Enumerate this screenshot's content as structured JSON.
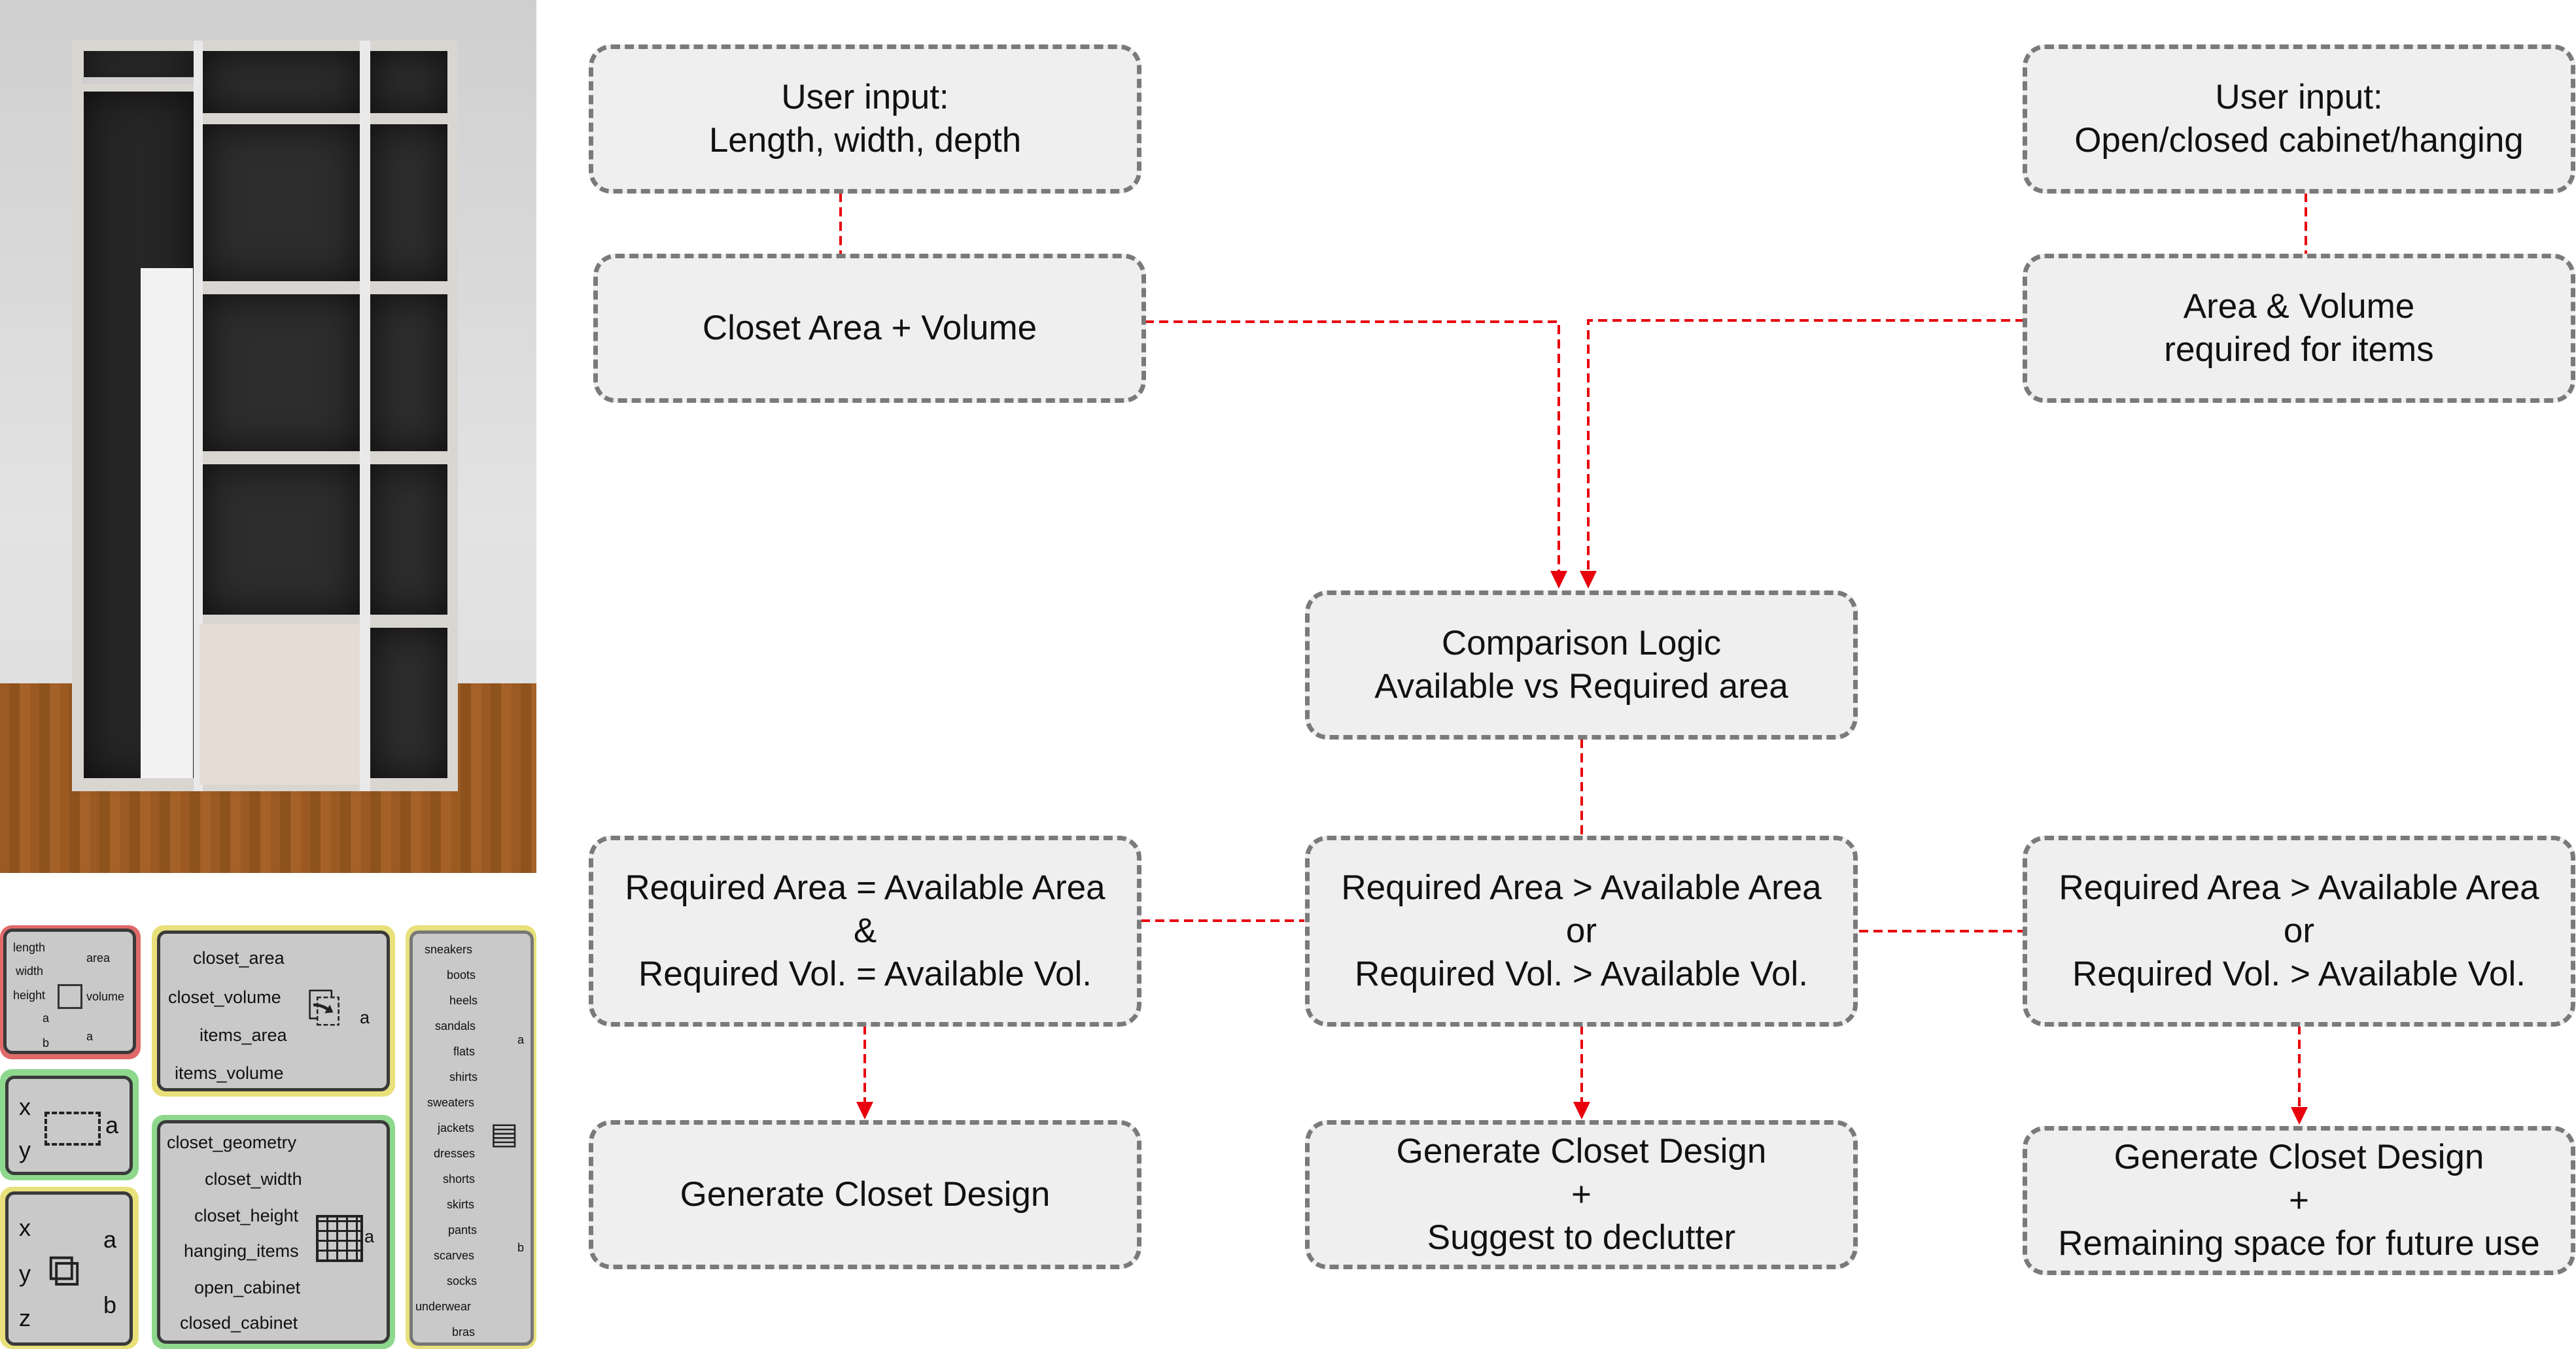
{
  "flowchart": {
    "input_dimensions": {
      "line1": "User input:",
      "line2": "Length, width, depth"
    },
    "input_cabinet": {
      "line1": "User input:",
      "line2": "Open/closed cabinet/hanging"
    },
    "closet_area": {
      "line1": "Closet Area + Volume"
    },
    "items_area": {
      "line1": "Area & Volume",
      "line2": "required for items"
    },
    "comparison": {
      "line1": "Comparison Logic",
      "line2": "Available  vs Required area"
    },
    "case_equal": {
      "line1": "Required Area = Available Area",
      "line2": "&",
      "line3": "Required Vol. = Available Vol."
    },
    "case_greater": {
      "line1": "Required Area > Available Area",
      "line2": "or",
      "line3": "Required Vol. > Available Vol."
    },
    "case_less": {
      "line1": "Required Area > Available Area",
      "line2": "or",
      "line3": "Required Vol. > Available Vol."
    },
    "out_generate": {
      "line1": "Generate Closet Design"
    },
    "out_declutter": {
      "line1": "Generate Closet Design",
      "line2": "+",
      "line3": "Suggest to declutter"
    },
    "out_remaining": {
      "line1": "Generate Closet Design",
      "line2": "+",
      "line3": "Remaining space for future use"
    }
  },
  "grasshopper": {
    "area_component": {
      "inputs": [
        "length",
        "width",
        "height",
        "a",
        "b"
      ],
      "outputs": [
        "area",
        "volume",
        "a"
      ]
    },
    "area_params": {
      "inputs": [
        "closet_area",
        "closet_volume",
        "items_area",
        "items_volume"
      ],
      "output": "a"
    },
    "rect_component": {
      "inputs": [
        "x",
        "y"
      ],
      "output": "a"
    },
    "box_component": {
      "inputs": [
        "x",
        "y",
        "z"
      ],
      "outputs": [
        "a",
        "b"
      ]
    },
    "geometry_params": {
      "inputs": [
        "closet_geometry",
        "closet_width",
        "closet_height",
        "hanging_items",
        "open_cabinet",
        "closed_cabinet"
      ],
      "output": "a"
    },
    "items_list": {
      "inputs": [
        "sneakers",
        "boots",
        "heels",
        "sandals",
        "flats",
        "shirts",
        "sweaters",
        "jackets",
        "dresses",
        "shorts",
        "skirts",
        "pants",
        "scarves",
        "socks",
        "underwear",
        "bras"
      ],
      "outputs": [
        "a",
        "b"
      ]
    }
  },
  "colors": {
    "edge": "#e8000d",
    "node_border": "#7a7a7a",
    "node_fill": "#efefef",
    "red_group": "#e06a6a",
    "yellow_group": "#e8e07a",
    "green_group": "#8ed88e"
  }
}
